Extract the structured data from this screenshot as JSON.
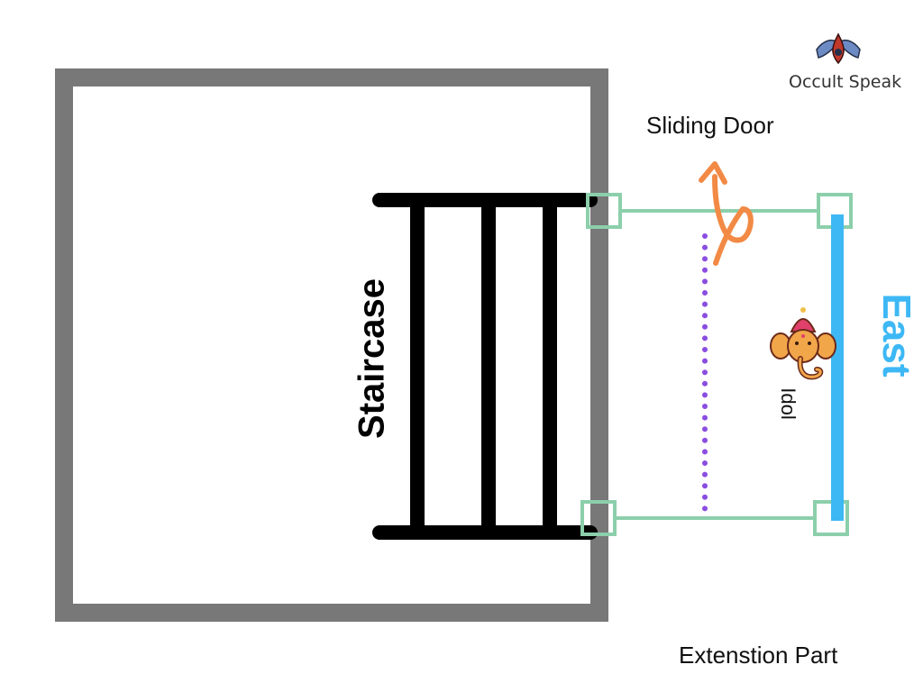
{
  "labels": {
    "sliding_door": "Sliding Door",
    "staircase": "Staircase",
    "east": "East",
    "idol": "Idol",
    "extension_part": "Extenstion Part"
  },
  "brand": {
    "name": "Occult Speak"
  },
  "colors": {
    "wall": "#787878",
    "staircase": "#000000",
    "extension_outline": "#8ccfab",
    "sliding_door_arrow": "#f28a45",
    "dotted_line": "#8a4de0",
    "east_wall": "#3db8f5"
  },
  "icons": {
    "idol": "ganesha-idol-icon",
    "logo": "occult-speak-logo-icon",
    "arrow": "curved-arrow-icon"
  }
}
